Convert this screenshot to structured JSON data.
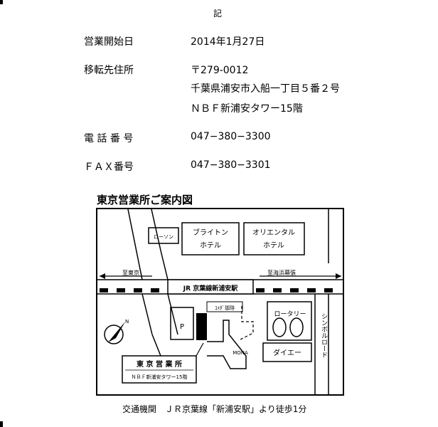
{
  "header": {
    "ki": "記"
  },
  "details": {
    "opening_label": "営業開始日",
    "opening_value": "2014年1月27日",
    "address_label": "移転先住所",
    "postal": "〒279-0012",
    "address_line1": "千葉県浦安市入船一丁目５番２号",
    "address_line2": "ＮＢＦ新浦安タワー15階",
    "phone_label": "電 話 番 号",
    "phone_value": "047−380−3300",
    "fax_label": "ＦＡＸ番号",
    "fax_value": "047−380−3301"
  },
  "map": {
    "title": "東京営業所ご案内図",
    "lawson": "ローソン",
    "brighton_line1": "ブライトン",
    "brighton_line2": "ホテル",
    "oriental_line1": "オリエンタル",
    "oriental_line2": "ホテル",
    "to_tokyo": "至東京",
    "to_kaihin": "至海浜幕張",
    "station": "JR 京葉線新浦安駅",
    "komeda": "ｺﾒﾀﾞ珈琲",
    "rotary": "ロータリー",
    "symbol_road": "シンボルロード",
    "parking": "P",
    "mona": "MONA",
    "daiei": "ダイエー",
    "office_name": "東 京 営 業 所",
    "office_floor": "ＮＢＦ新浦安タワー15階",
    "north": "N"
  },
  "footer": {
    "access": "交通機関　ＪＲ京葉線「新浦安駅」より徒歩1分"
  }
}
